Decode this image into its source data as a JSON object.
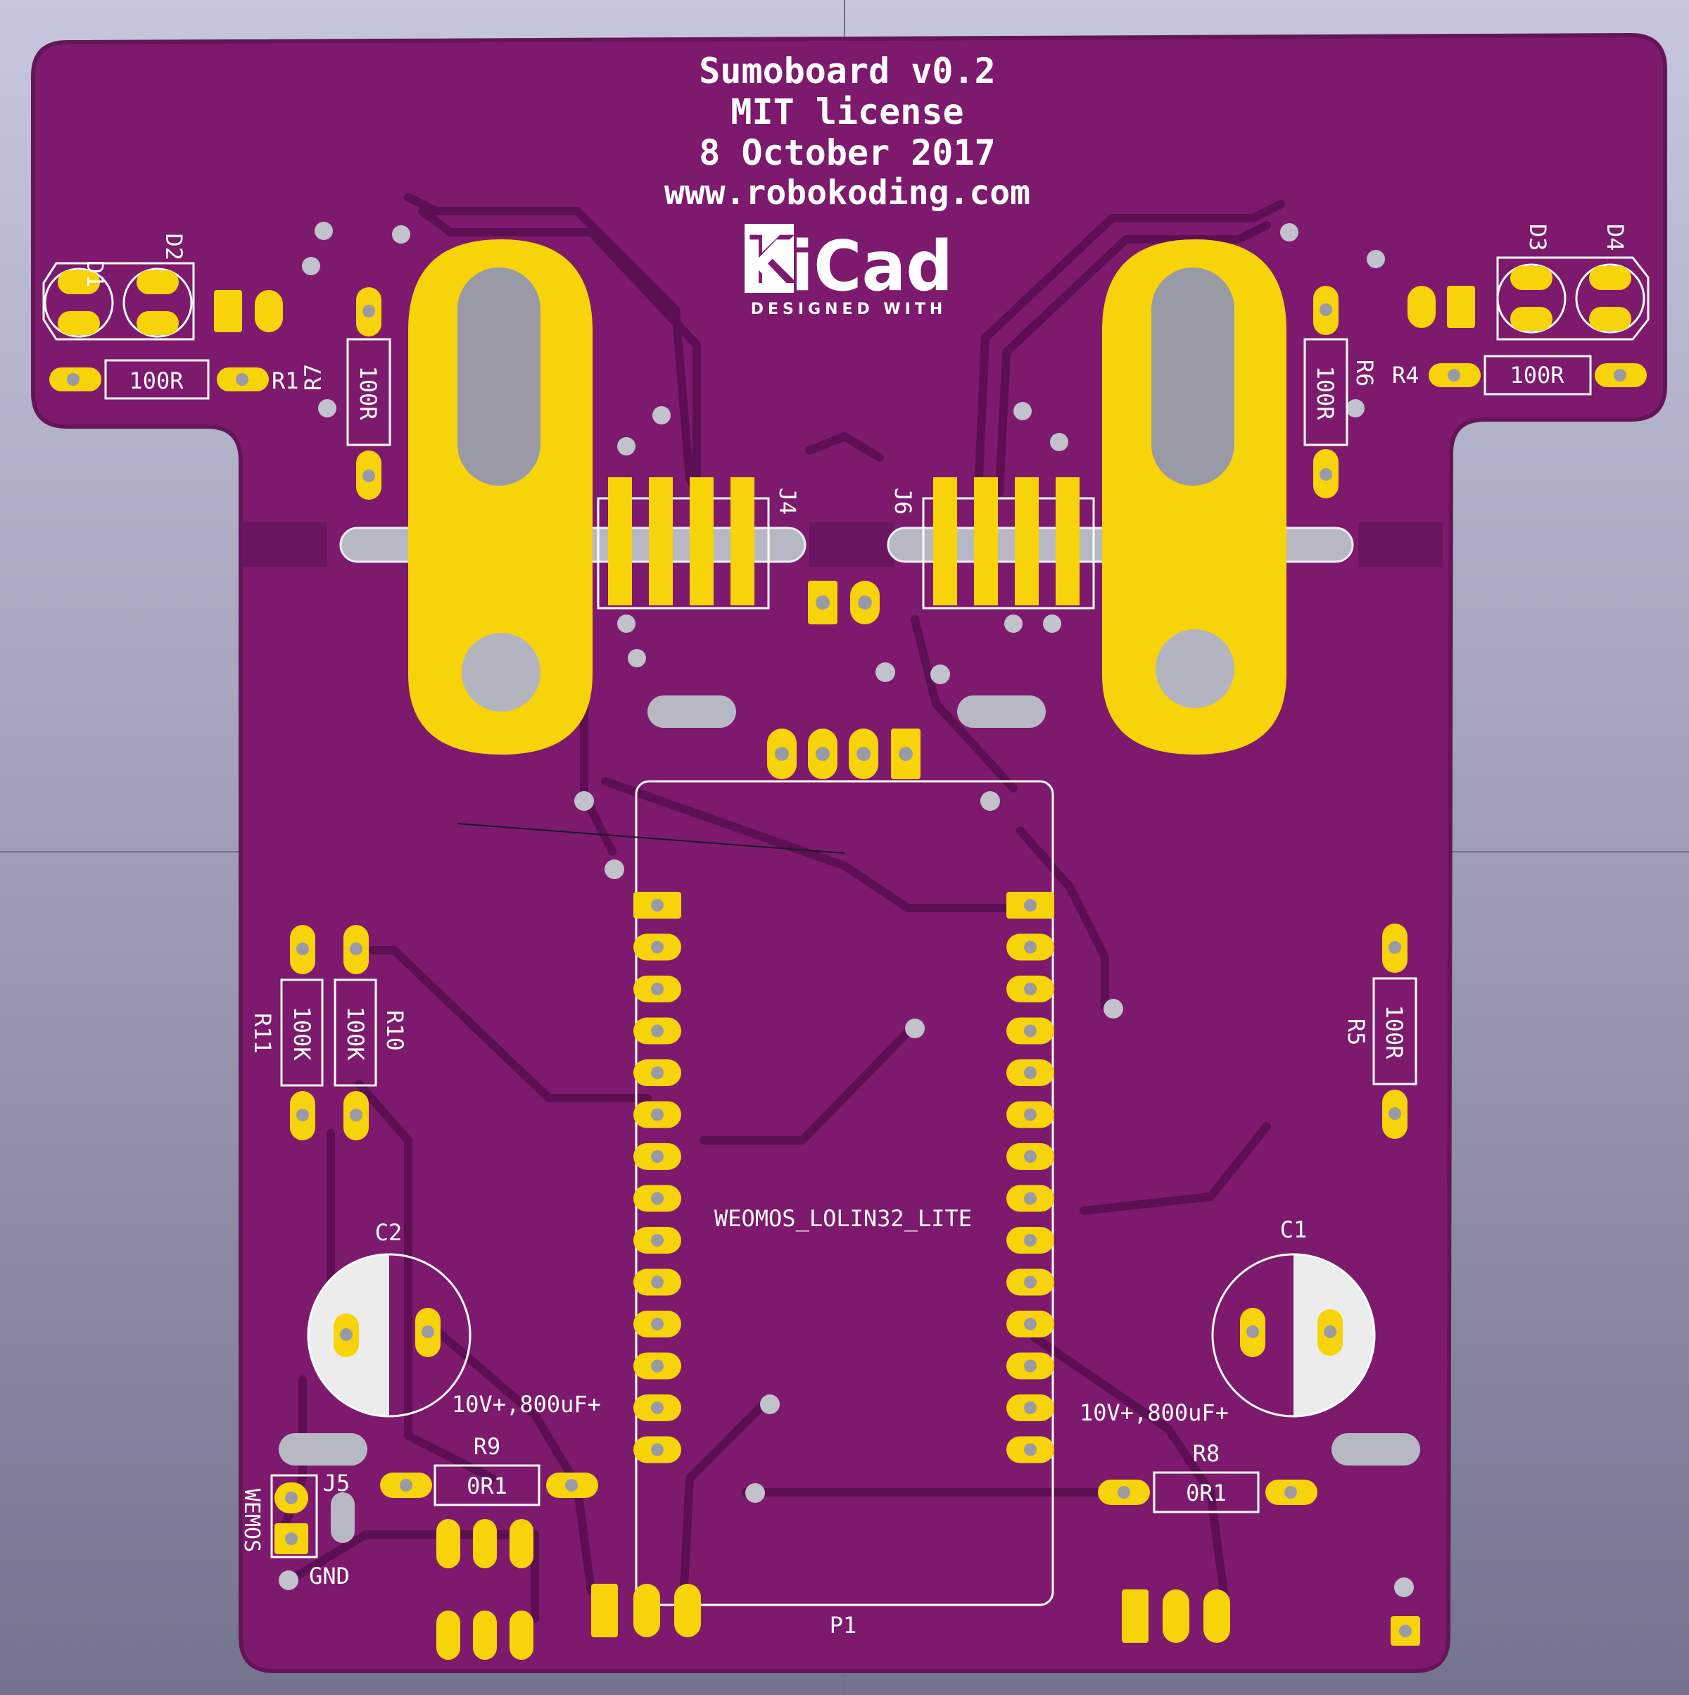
{
  "colors": {
    "background_top": "#c2c2d8",
    "background_bottom": "#7a7a94",
    "board": "#7d1a6e",
    "board_edge": "#6a1560",
    "trace": "#5c0f52",
    "copper": "#f7d30a",
    "silk": "#ffffff",
    "drill": "#9a9aa6",
    "hole": "#b8b8c4"
  },
  "title_block": {
    "line1": "Sumoboard v0.2",
    "line2": "MIT license",
    "line3": "8 October 2017",
    "line4": "www.robokoding.com"
  },
  "logo": {
    "text": "KiCad",
    "tagline": "DESIGNED WITH",
    "icon": "kicad-logo"
  },
  "components": {
    "d1": "D1",
    "d2": "D2",
    "d3": "D3",
    "d4": "D4",
    "r1": {
      "ref": "R1",
      "value": "100R"
    },
    "r4": {
      "ref": "R4",
      "value": "100R"
    },
    "r5": {
      "ref": "R5",
      "value": "100R"
    },
    "r6": {
      "ref": "R6",
      "value": "100R"
    },
    "r7": {
      "ref": "R7",
      "value": "100R"
    },
    "r8": {
      "ref": "R8",
      "value": "0R1"
    },
    "r9": {
      "ref": "R9",
      "value": "0R1"
    },
    "r10": {
      "ref": "R10",
      "value": "100K"
    },
    "r11": {
      "ref": "R11",
      "value": "100K"
    },
    "j4": "J4",
    "j5": "J5",
    "j6": "J6",
    "c1": {
      "ref": "C1",
      "value": "10V+,800uF+"
    },
    "c2": {
      "ref": "C2",
      "value": "10V+,800uF+"
    },
    "module": "WEOMOS_LOLIN32_LITE",
    "p1": "P1",
    "wemos": "WEMOS",
    "gnd": "GND"
  }
}
